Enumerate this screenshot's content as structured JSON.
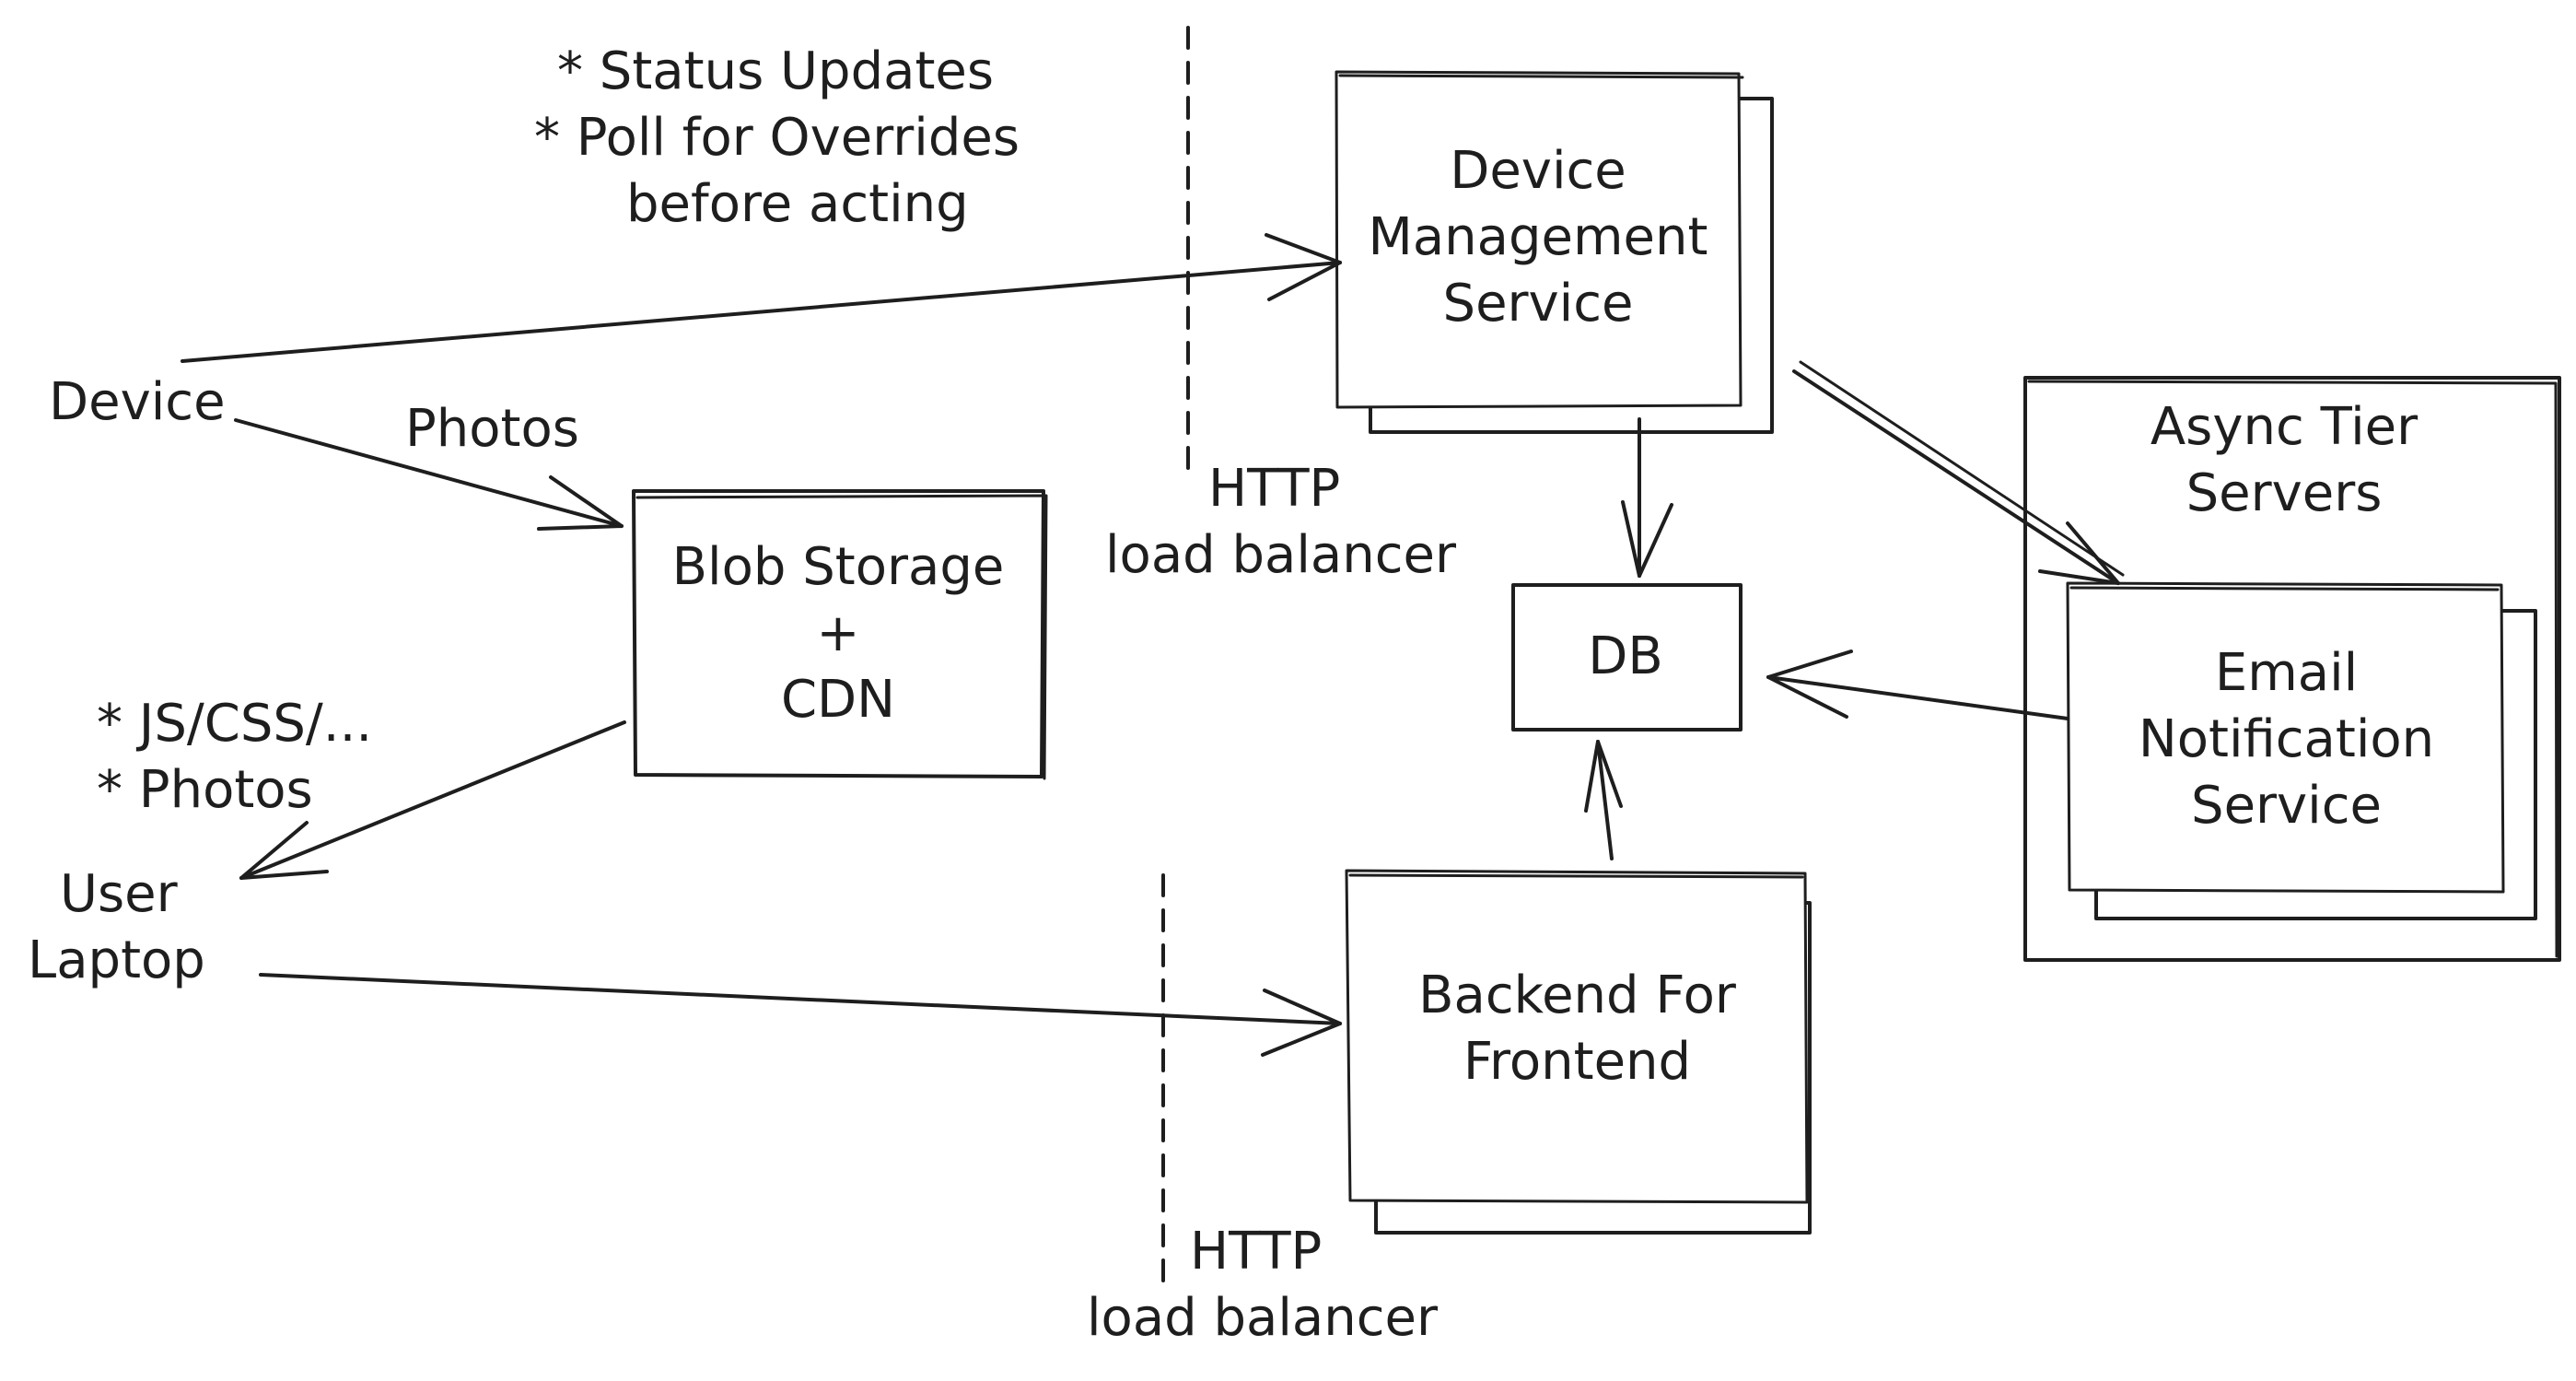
{
  "nodes": {
    "device": "Device",
    "user_laptop": [
      "User",
      "Laptop"
    ],
    "blob_storage": [
      "Blob Storage",
      "+",
      "CDN"
    ],
    "device_management_service": [
      "Device",
      "Management",
      "Service"
    ],
    "backend_for_frontend": [
      "Backend For",
      "Frontend"
    ],
    "db": "DB",
    "async_tier": [
      "Async Tier",
      "Servers"
    ],
    "email_notification_service": [
      "Email",
      "Notification",
      "Service"
    ]
  },
  "annotations": {
    "device_notes": [
      "* Status Updates",
      "* Poll for Overrides",
      "before acting"
    ],
    "photos_label": "Photos",
    "user_notes": [
      "* JS/CSS/...",
      "* Photos"
    ],
    "lb_top": [
      "HTTP",
      "load balancer"
    ],
    "lb_bottom": [
      "HTTP",
      "load balancer"
    ]
  },
  "edges": [
    {
      "from": "Device",
      "to": "Device Management Service"
    },
    {
      "from": "Device",
      "to": "Blob Storage + CDN",
      "label": "Photos"
    },
    {
      "from": "Blob Storage + CDN",
      "to": "User Laptop"
    },
    {
      "from": "User Laptop",
      "to": "Backend For Frontend"
    },
    {
      "from": "Device Management Service",
      "to": "DB"
    },
    {
      "from": "Device Management Service",
      "to": "Email Notification Service"
    },
    {
      "from": "Email Notification Service",
      "to": "DB"
    },
    {
      "from": "Backend For Frontend",
      "to": "DB"
    }
  ]
}
